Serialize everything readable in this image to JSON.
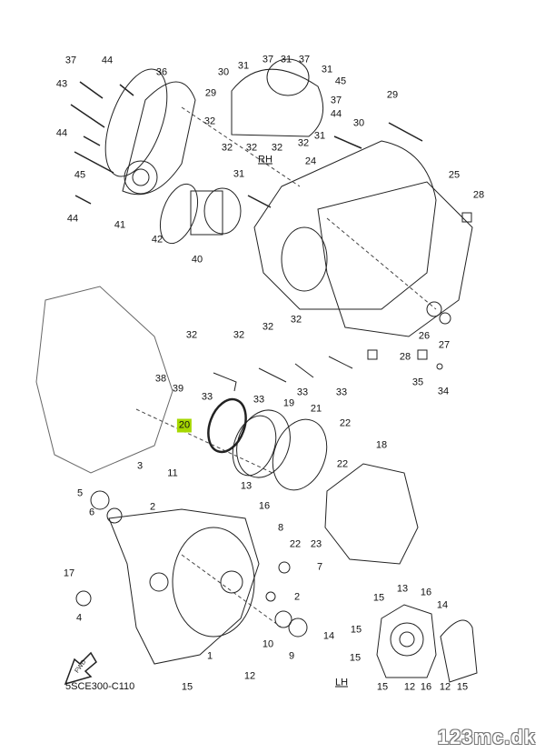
{
  "diagram_code": "5SCE300-C110",
  "view_rh": "RH",
  "view_lh": "LH",
  "fwd": "FWD",
  "watermark": "123mc.dk",
  "highlight_color": "#a6d800",
  "labels": [
    "37",
    "44",
    "36",
    "43",
    "44",
    "45",
    "44",
    "41",
    "42",
    "40",
    "30",
    "31",
    "37",
    "31",
    "37",
    "31",
    "45",
    "29",
    "37",
    "32",
    "44",
    "32",
    "32",
    "32",
    "31",
    "32",
    "29",
    "30",
    "24",
    "31",
    "25",
    "28",
    "26",
    "27",
    "28",
    "35",
    "34",
    "32",
    "32",
    "32",
    "32",
    "33",
    "33",
    "33",
    "33",
    "38",
    "39",
    "20",
    "19",
    "21",
    "22",
    "18",
    "22",
    "3",
    "11",
    "5",
    "6",
    "2",
    "13",
    "16",
    "8",
    "22",
    "23",
    "17",
    "7",
    "2",
    "4",
    "10",
    "9",
    "14",
    "1",
    "12",
    "15",
    "13",
    "15",
    "16",
    "14",
    "15",
    "15",
    "15",
    "12",
    "16",
    "12",
    "15"
  ]
}
